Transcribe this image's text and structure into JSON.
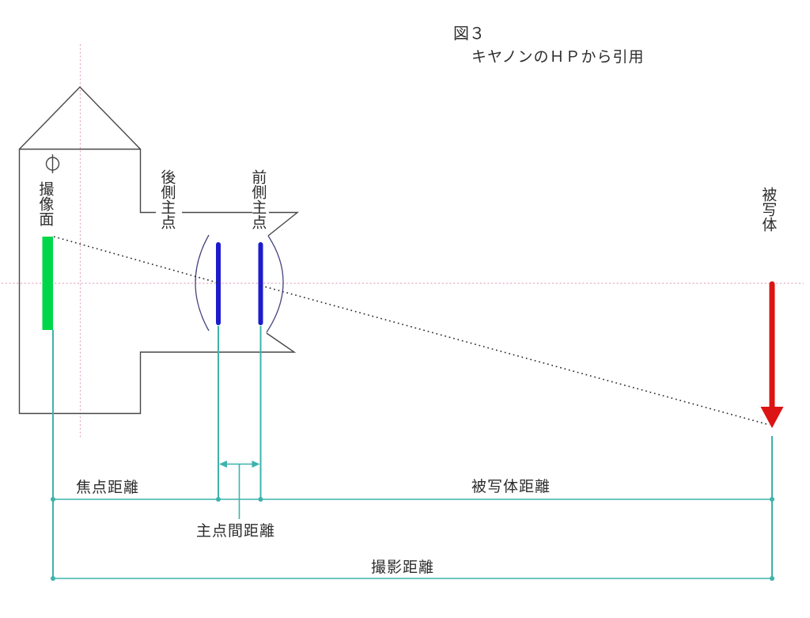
{
  "title": {
    "figure_no": "図３",
    "credit": "キヤノンのＨＰから引用"
  },
  "labels": {
    "image_plane": "撮像面",
    "rear_principal_point": "後側主点",
    "front_principal_point": "前側主点",
    "subject": "被写体",
    "focal_length": "焦点距離",
    "subject_distance": "被写体距離",
    "principal_point_distance": "主点間距離",
    "shooting_distance": "撮影距離"
  },
  "colors": {
    "ink": "#2d2d2d",
    "outline": "#474747",
    "pink_axis": "#e2a6c6",
    "teal": "#3cb3ab",
    "green_sensor": "#00d64a",
    "blue_principal_plane": "#1c1ccd",
    "navy_lens": "#45457f",
    "ray_dots": "#2b2b2b",
    "red_subject_arrow": "#dc1413"
  }
}
